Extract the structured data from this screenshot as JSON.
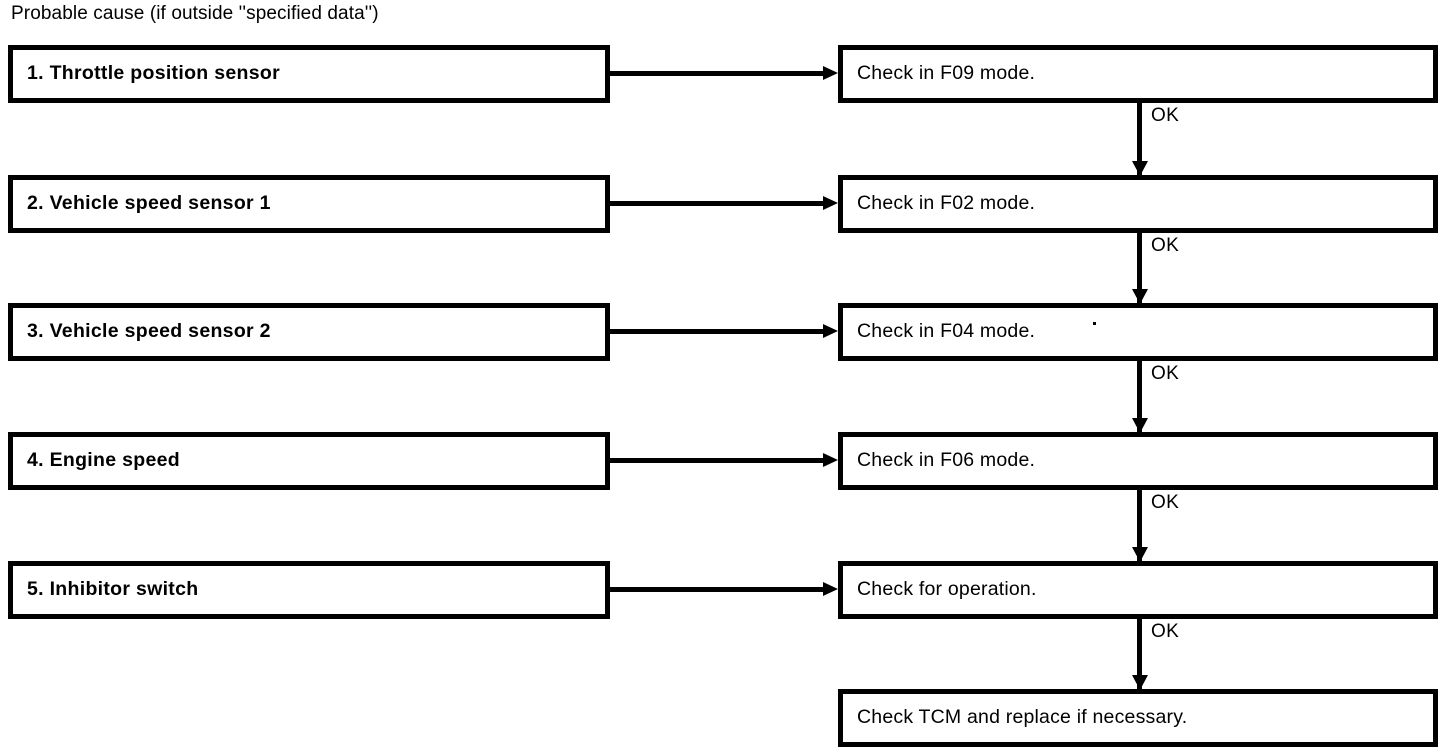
{
  "header": {
    "caption": "Probable cause (if outside ''specified data'')"
  },
  "flowchart": {
    "ok_label": "OK",
    "rows": [
      {
        "cause": "1. Throttle position sensor",
        "action": "Check in F09 mode."
      },
      {
        "cause": "2. Vehicle speed sensor 1",
        "action": "Check in F02 mode."
      },
      {
        "cause": "3. Vehicle speed sensor 2",
        "action": "Check in F04 mode."
      },
      {
        "cause": "4. Engine speed",
        "action": "Check in F06 mode."
      },
      {
        "cause": "5. Inhibitor switch",
        "action": "Check for operation."
      }
    ],
    "final_action": "Check TCM and replace if necessary."
  },
  "colors": {
    "ink": "#000000",
    "paper": "#ffffff"
  }
}
